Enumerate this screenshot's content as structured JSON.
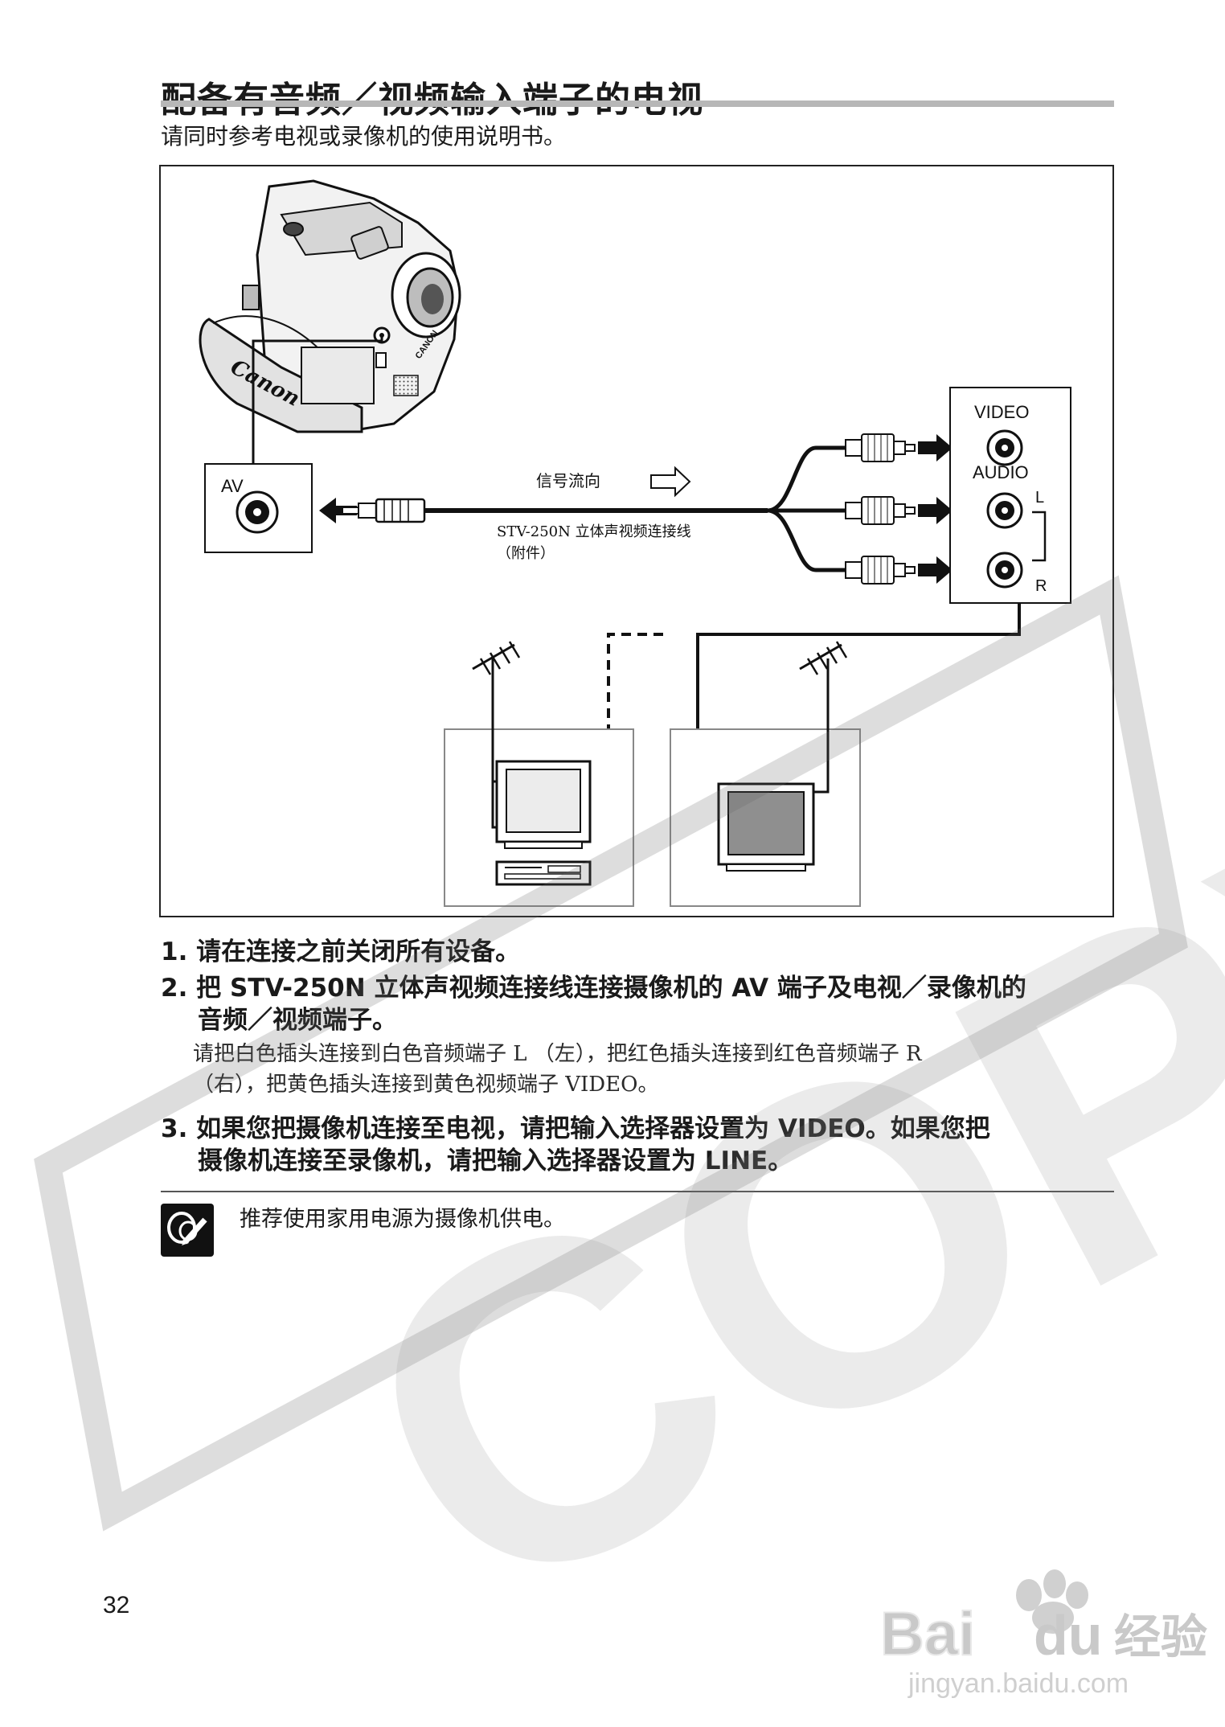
{
  "header": {
    "title": "配备有音频／视频输入端子的电视",
    "subtitle": "请同时参考电视或录像机的使用说明书。"
  },
  "figure": {
    "camera_brand": "Canon",
    "camera_brand_small": "CANON",
    "av_label": "AV",
    "signal_direction": "信号流向",
    "cable_name": "STV-250N 立体声视频连接线",
    "cable_note": "（附件）",
    "video_label": "VIDEO",
    "audio_label": "AUDIO",
    "left_label": "L",
    "right_label": "R"
  },
  "steps": [
    {
      "number": "1.",
      "text": "请在连接之前关闭所有设备。"
    },
    {
      "number": "2.",
      "text": "把 STV-250N 立体声视频连接线连接摄像机的 AV 端子及电视／录像机的",
      "text2": "音频／视频端子。"
    },
    {
      "number": "3.",
      "text": "如果您把摄像机连接至电视，请把输入选择器设置为 VIDEO。如果您把",
      "text2": "摄像机连接至录像机，请把输入选择器设置为 LINE。"
    }
  ],
  "step2_note": {
    "line1": "请把白色插头连接到白色音频端子 L （左），把红色插头连接到红色音频端子 R",
    "line2": "（右），把黄色插头连接到黄色视频端子 VIDEO。"
  },
  "memo": {
    "icon": "memo-pencil-icon",
    "text": "推荐使用家用电源为摄像机供电。"
  },
  "page_number": "32",
  "watermark": {
    "copy_text": "COPY",
    "brand": "Bai",
    "brand2": "du",
    "brand_cn": "经验",
    "url": "jingyan.baidu.com"
  }
}
